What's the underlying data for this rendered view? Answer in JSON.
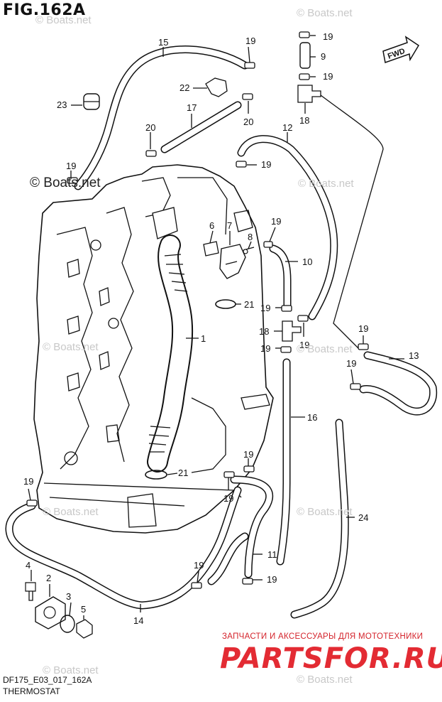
{
  "header": {
    "figure_title": "FIG.162A"
  },
  "footer": {
    "diagram_code": "DF175_E03_017_162A",
    "section_name": "THERMOSTAT"
  },
  "direction_badge": {
    "text": "FWD"
  },
  "watermarks": {
    "boats_logo": "© Boats.net",
    "boats_text": "© Boats.net"
  },
  "branding": {
    "tagline": "ЗАПЧАСТИ И АКСЕССУАРЫ ДЛЯ МОТОТЕХНИКИ",
    "logo_text": "PARTSFOR.RU",
    "accent_color": "#e32b33"
  },
  "part_labels": {
    "p1": "1",
    "p2": "2",
    "p3": "3",
    "p4": "4",
    "p5": "5",
    "p6": "6",
    "p7": "7",
    "p8": "8",
    "p9": "9",
    "p10": "10",
    "p11": "11",
    "p12": "12",
    "p13": "13",
    "p14": "14",
    "p15": "15",
    "p16": "16",
    "p17": "17",
    "p18": "18",
    "p19": "19",
    "p20": "20",
    "p21": "21",
    "p22": "22",
    "p23": "23",
    "p24": "24"
  }
}
